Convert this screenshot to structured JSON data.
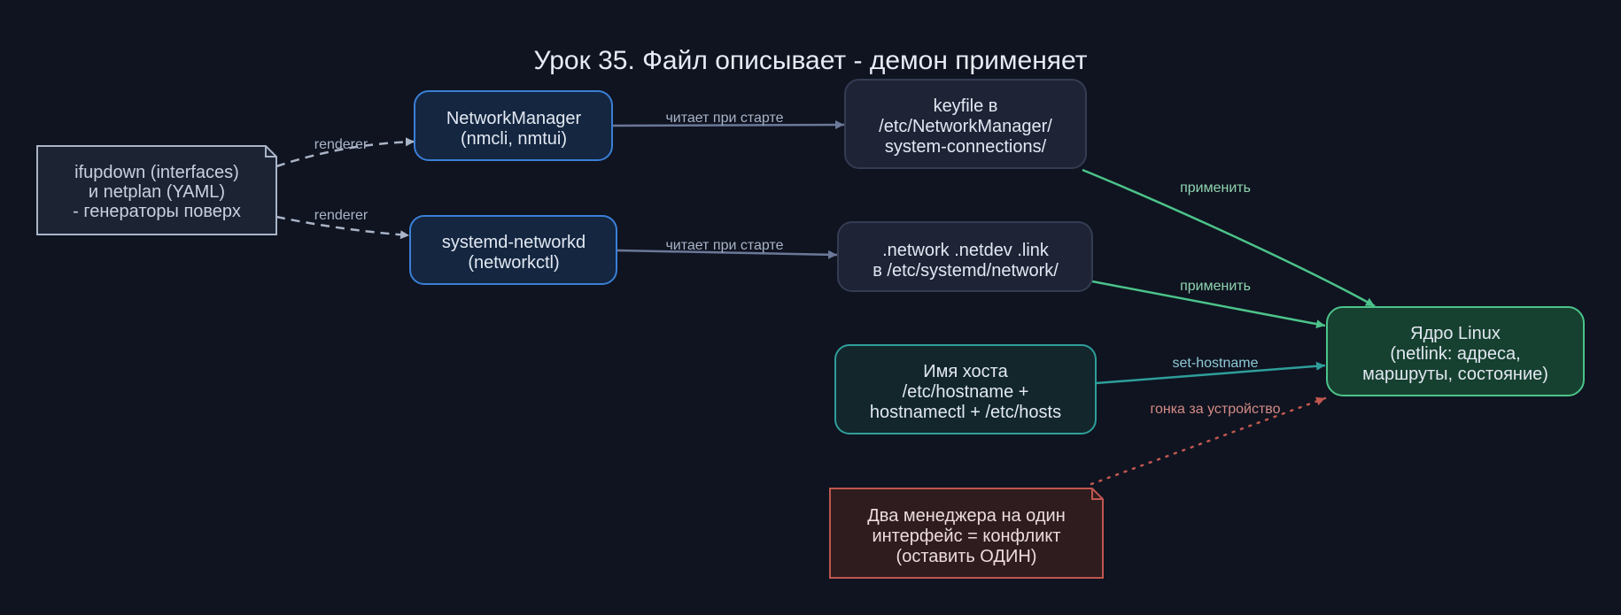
{
  "title": "Урок 35. Файл описывает - демон применяет",
  "colors": {
    "background": "#0f1420",
    "blue": "#3b7fd6",
    "gray": "#a9b4c8",
    "green": "#4cc38a",
    "teal": "#2f9e9a",
    "red": "#c0574f"
  },
  "nodes": {
    "generators": {
      "lines": [
        "ifupdown (interfaces)",
        "и netplan (YAML)",
        "- генераторы поверх"
      ]
    },
    "networkmanager": {
      "lines": [
        "NetworkManager",
        "(nmcli, nmtui)"
      ]
    },
    "networkd": {
      "lines": [
        "systemd-networkd",
        "(networkctl)"
      ]
    },
    "keyfile": {
      "lines": [
        "keyfile в",
        "/etc/NetworkManager/",
        "system-connections/"
      ]
    },
    "networkfiles": {
      "lines": [
        ".network .netdev .link",
        "в /etc/systemd/network/"
      ]
    },
    "hostname": {
      "lines": [
        "Имя хоста",
        "/etc/hostname +",
        "hostnamectl + /etc/hosts"
      ]
    },
    "kernel": {
      "lines": [
        "Ядро Linux",
        "(netlink: адреса,",
        "маршруты, состояние)"
      ]
    },
    "conflict": {
      "lines": [
        "Два менеджера на один",
        "интерфейс = конфликт",
        "(оставить ОДИН)"
      ]
    }
  },
  "edges": {
    "renderer_nm": "renderer",
    "renderer_networkd": "renderer",
    "nm_reads": "читает при старте",
    "networkd_reads": "читает при старте",
    "apply_keyfile": "применить",
    "apply_network": "применить",
    "set_hostname": "set-hostname",
    "race": "гонка за устройство"
  }
}
